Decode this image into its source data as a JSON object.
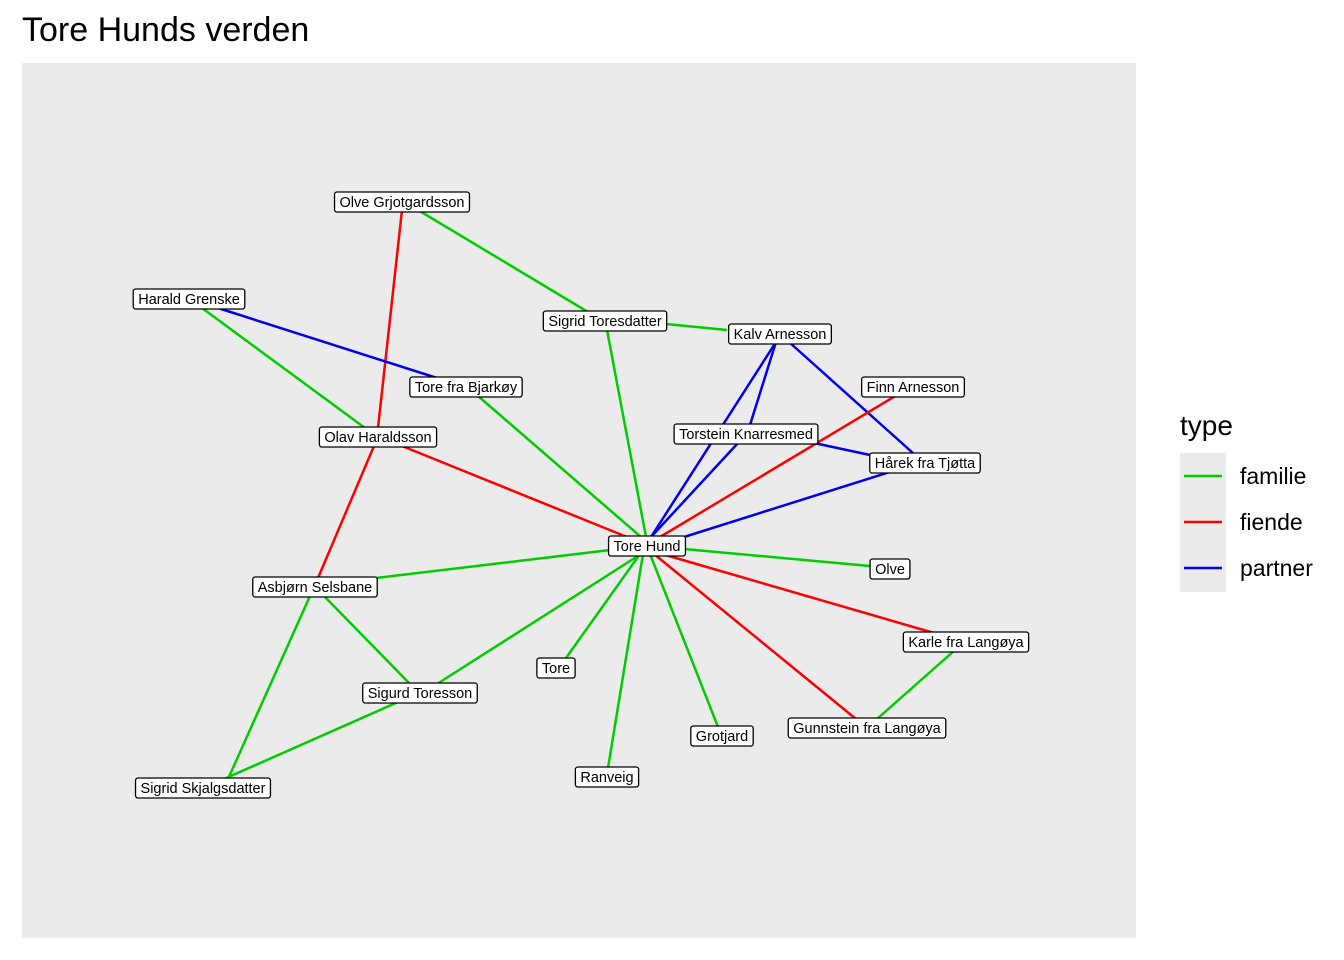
{
  "title": "Tore Hunds verden",
  "legend": {
    "title": "type",
    "items": [
      {
        "key": "familie",
        "label": "familie",
        "color": "#00cc00"
      },
      {
        "key": "fiende",
        "label": "fiende",
        "color": "#ff0000"
      },
      {
        "key": "partner",
        "label": "partner",
        "color": "#0000ee"
      }
    ]
  },
  "nodes": [
    {
      "id": "olve-grjotgardsson",
      "label": "Olve Grjotgardsson"
    },
    {
      "id": "harald-grenske",
      "label": "Harald Grenske"
    },
    {
      "id": "sigrid-toresdatter",
      "label": "Sigrid Toresdatter"
    },
    {
      "id": "kalv-arnesson",
      "label": "Kalv Arnesson"
    },
    {
      "id": "tore-fra-bjarkoy",
      "label": "Tore fra Bjarkøy"
    },
    {
      "id": "finn-arnesson",
      "label": "Finn Arnesson"
    },
    {
      "id": "olav-haraldsson",
      "label": "Olav Haraldsson"
    },
    {
      "id": "torstein-knarresmed",
      "label": "Torstein Knarresmed"
    },
    {
      "id": "harek-fra-tjotta",
      "label": "Hårek fra Tjøtta"
    },
    {
      "id": "tore-hund",
      "label": "Tore Hund"
    },
    {
      "id": "olve",
      "label": "Olve"
    },
    {
      "id": "asbjorn-selsbane",
      "label": "Asbjørn Selsbane"
    },
    {
      "id": "karle-fra-langoya",
      "label": "Karle fra Langøya"
    },
    {
      "id": "tore",
      "label": "Tore"
    },
    {
      "id": "sigurd-toresson",
      "label": "Sigurd Toresson"
    },
    {
      "id": "gunnstein-fra-langoya",
      "label": "Gunnstein fra Langøya"
    },
    {
      "id": "grotjard",
      "label": "Grotjard"
    },
    {
      "id": "ranveig",
      "label": "Ranveig"
    },
    {
      "id": "sigrid-skjalgsdatter",
      "label": "Sigrid Skjalgsdatter"
    }
  ],
  "edges": [
    {
      "from": "olve-grjotgardsson",
      "to": "sigrid-toresdatter",
      "type": "familie"
    },
    {
      "from": "olve-grjotgardsson",
      "to": "olav-haraldsson",
      "type": "fiende"
    },
    {
      "from": "harald-grenske",
      "to": "tore-fra-bjarkoy",
      "type": "partner"
    },
    {
      "from": "harald-grenske",
      "to": "olav-haraldsson",
      "type": "familie"
    },
    {
      "from": "sigrid-toresdatter",
      "to": "kalv-arnesson",
      "type": "familie"
    },
    {
      "from": "sigrid-toresdatter",
      "to": "tore-hund",
      "type": "familie"
    },
    {
      "from": "kalv-arnesson",
      "to": "torstein-knarresmed",
      "type": "partner"
    },
    {
      "from": "kalv-arnesson",
      "to": "tore-hund",
      "type": "partner"
    },
    {
      "from": "kalv-arnesson",
      "to": "harek-fra-tjotta",
      "type": "partner"
    },
    {
      "from": "tore-fra-bjarkoy",
      "to": "tore-hund",
      "type": "familie"
    },
    {
      "from": "finn-arnesson",
      "to": "tore-hund",
      "type": "fiende"
    },
    {
      "from": "olav-haraldsson",
      "to": "tore-hund",
      "type": "fiende"
    },
    {
      "from": "olav-haraldsson",
      "to": "asbjorn-selsbane",
      "type": "fiende"
    },
    {
      "from": "torstein-knarresmed",
      "to": "tore-hund",
      "type": "partner"
    },
    {
      "from": "torstein-knarresmed",
      "to": "harek-fra-tjotta",
      "type": "partner"
    },
    {
      "from": "harek-fra-tjotta",
      "to": "tore-hund",
      "type": "partner"
    },
    {
      "from": "tore-hund",
      "to": "olve",
      "type": "familie"
    },
    {
      "from": "tore-hund",
      "to": "asbjorn-selsbane",
      "type": "familie"
    },
    {
      "from": "tore-hund",
      "to": "karle-fra-langoya",
      "type": "fiende"
    },
    {
      "from": "tore-hund",
      "to": "tore",
      "type": "familie"
    },
    {
      "from": "tore-hund",
      "to": "sigurd-toresson",
      "type": "familie"
    },
    {
      "from": "tore-hund",
      "to": "gunnstein-fra-langoya",
      "type": "fiende"
    },
    {
      "from": "tore-hund",
      "to": "grotjard",
      "type": "familie"
    },
    {
      "from": "tore-hund",
      "to": "ranveig",
      "type": "familie"
    },
    {
      "from": "asbjorn-selsbane",
      "to": "sigurd-toresson",
      "type": "familie"
    },
    {
      "from": "asbjorn-selsbane",
      "to": "sigrid-skjalgsdatter",
      "type": "familie"
    },
    {
      "from": "karle-fra-langoya",
      "to": "gunnstein-fra-langoya",
      "type": "familie"
    },
    {
      "from": "sigurd-toresson",
      "to": "sigrid-skjalgsdatter",
      "type": "familie"
    }
  ]
}
